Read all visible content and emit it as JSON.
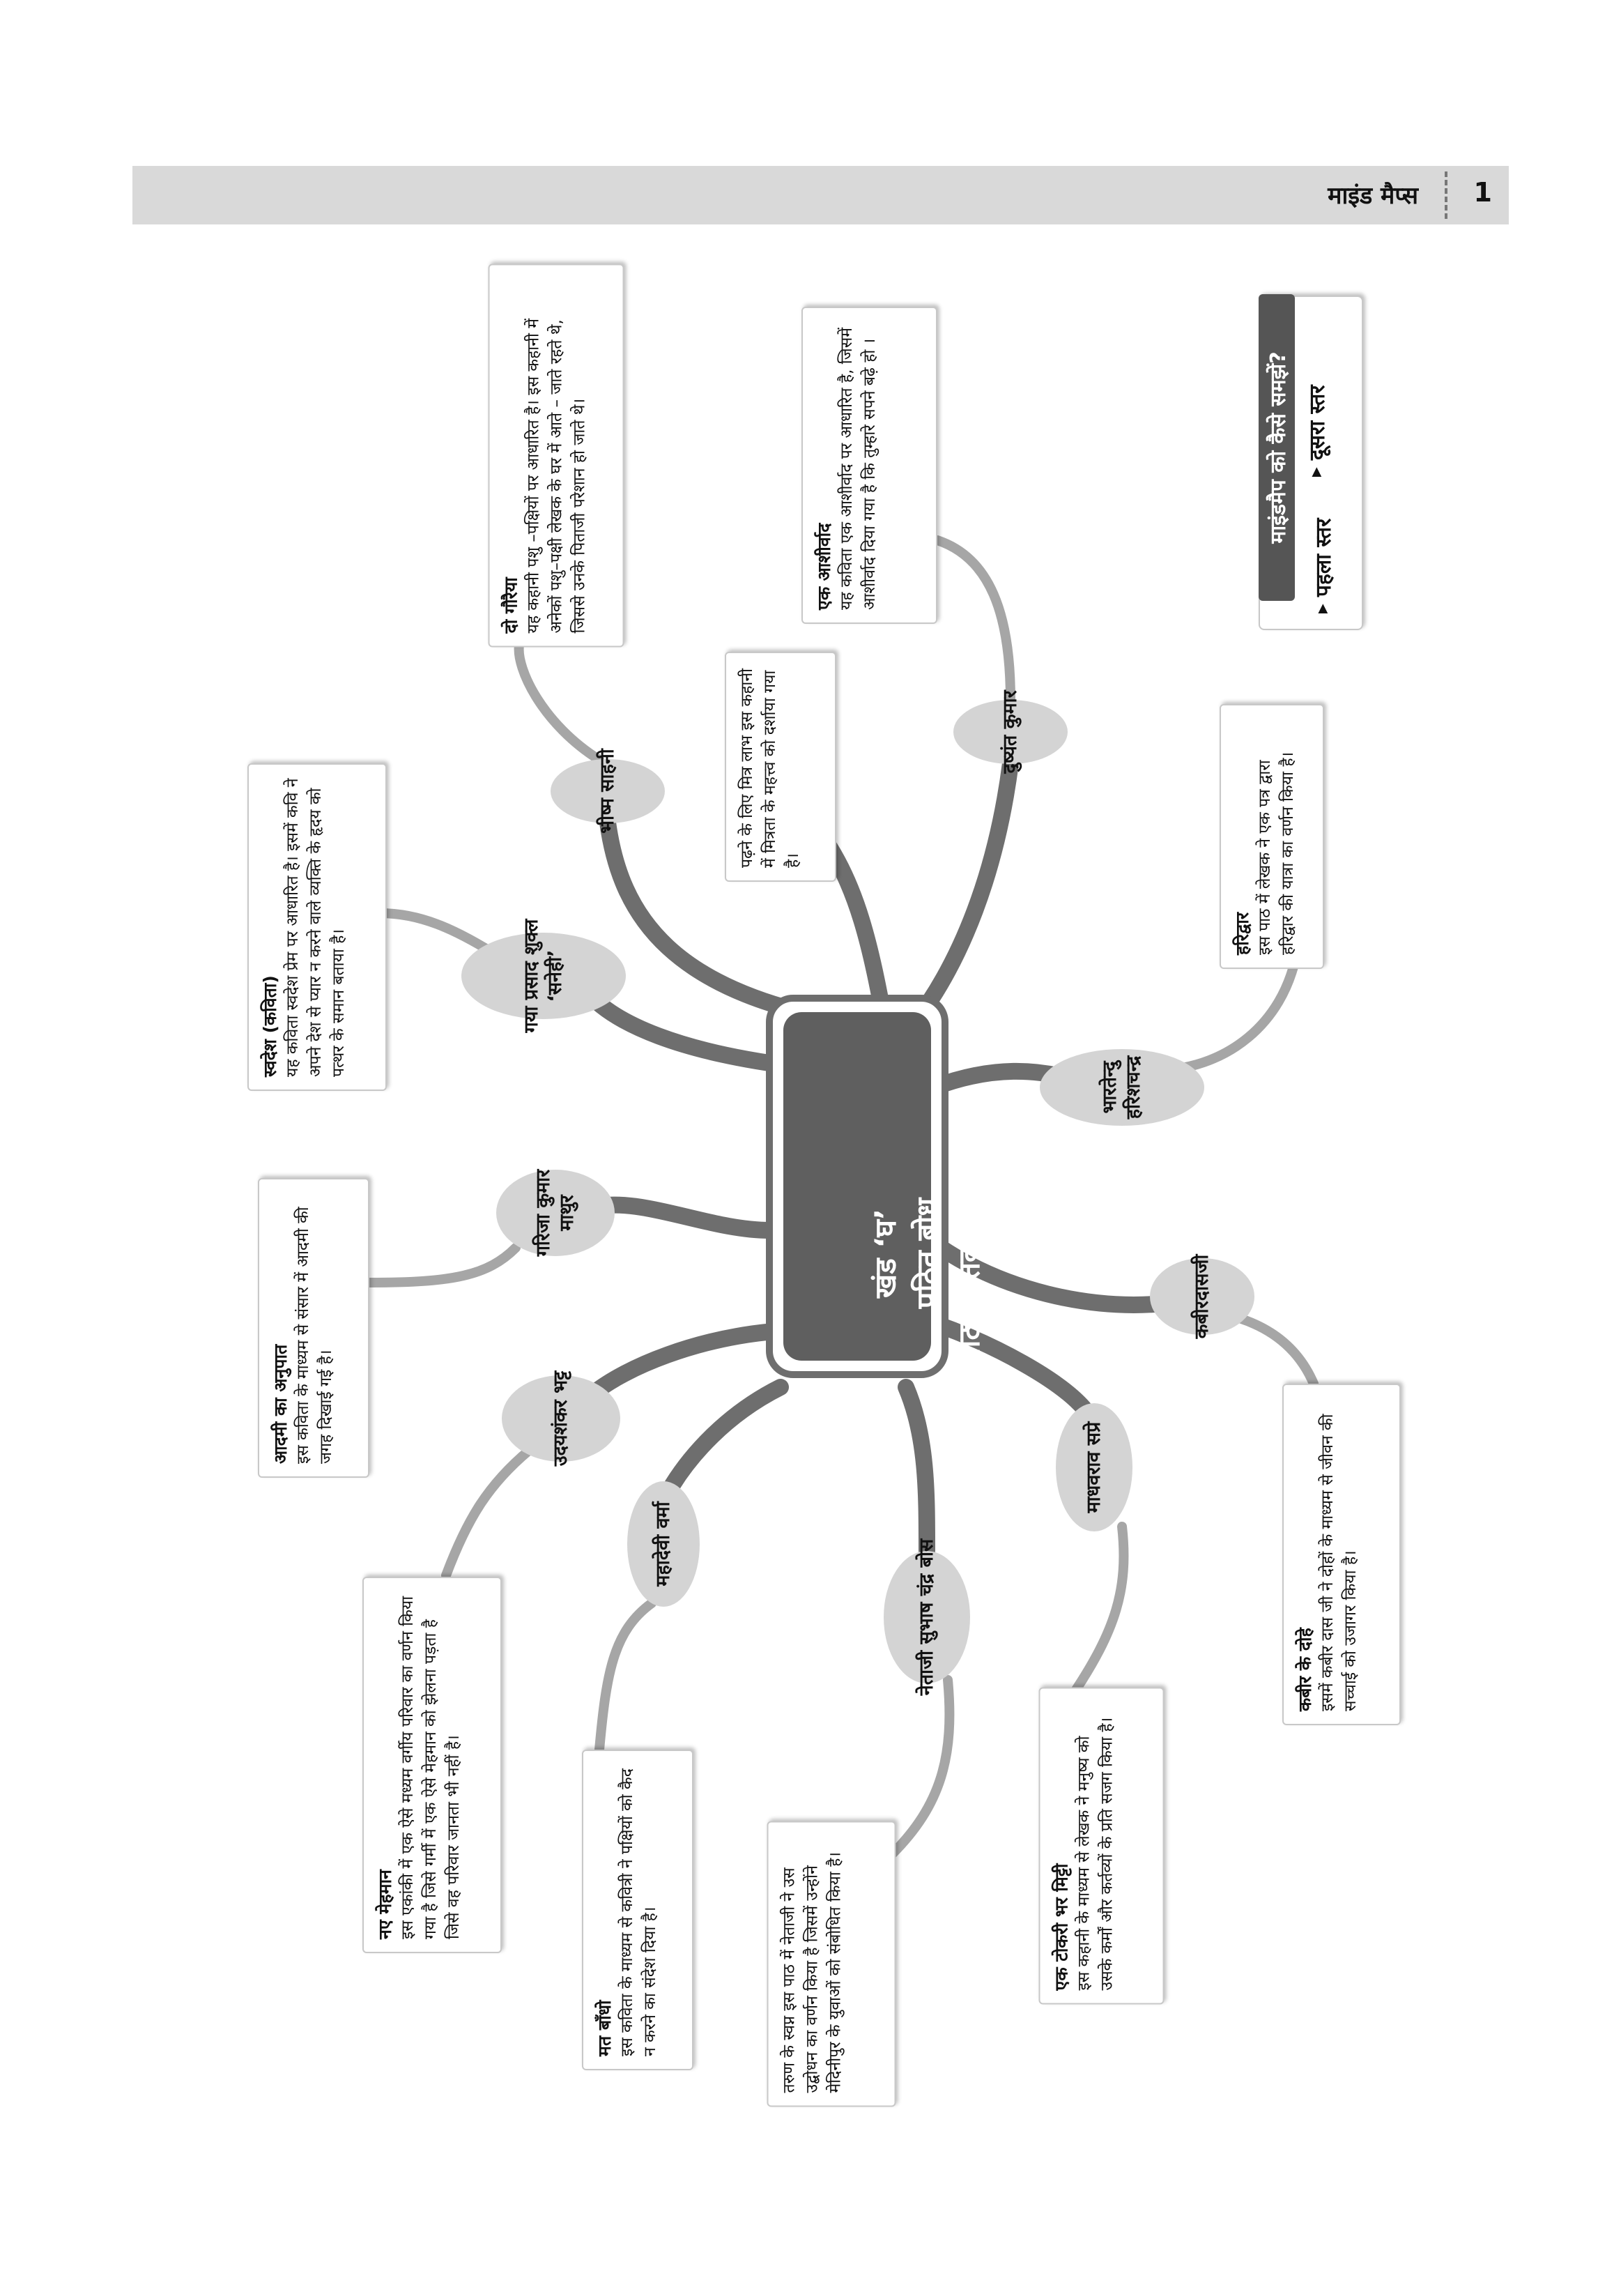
{
  "header": {
    "title": "माइंड मैप्स",
    "page_number": "1"
  },
  "center": {
    "line1": "खंड ‘घ’",
    "line2": "पठित बोध",
    "line3": "पाठ्यपुस्तक ‘मल्हार’"
  },
  "legend": {
    "title": "माइंडमैप को कैसे समझें?",
    "level1": "पहला स्तर",
    "level2": "दूसरा स्तर"
  },
  "branches": [
    {
      "id": "bhishma",
      "author": "भीष्म साहनी",
      "note_title": "दो गौरैया",
      "note_text": "यह कहानी पशु –पक्षियों पर आधारित है। इस कहानी में अनेकों पशु–पक्षी लेखक के घर में आते – जाते रहते थे, जिससे उनके पिताजी परेशान हो जाते थे।"
    },
    {
      "id": "dushyant",
      "author": "दुष्यंत कुमार",
      "note_title": "एक आशीर्वाद",
      "note_text": "यह कविता एक आशीर्वाद पर आधारित है, जिसमें आशीर्वाद दिया गया है कि तुम्हारे सपने बढ़े हो ।"
    },
    {
      "id": "mitrata",
      "author": "",
      "note_title": "",
      "note_text": "पढ़ने के लिए मित्र लाभ इस कहानी में मित्रता के महत्त्व को दर्शाया गया है।"
    },
    {
      "id": "gaya",
      "author": "गया प्रसाद शुक्ल ‘सनेही’",
      "note_title": "स्वदेश (कविता)",
      "note_text": "यह कविता स्वदेश प्रेम पर आधारित है। इसमें कवि ने अपने देश से प्यार न करने वाले व्यक्ति के हृदय को पत्थर के समान बताया है।"
    },
    {
      "id": "bhartendu",
      "author": "भारतेन्दु हरिशचन्द्र",
      "note_title": "हरिद्वार",
      "note_text": "इस पाठ में लेखक ने एक पत्र द्वारा हरिद्वार की यात्रा का वर्णन किया है।"
    },
    {
      "id": "girija",
      "author": "गरिजा कुमार माथुर",
      "note_title": "आदमी का अनुपात",
      "note_text": "इस कविता के माध्यम से संसार में आदमी की जगह दिखाई गई है।"
    },
    {
      "id": "kabir",
      "author": "कबीरदासजी",
      "note_title": "कबीर के दोहे",
      "note_text": "इसमें कबीर दास जी ने दोहों के माध्यम से जीवन की सच्चाई को उजागर किया है।"
    },
    {
      "id": "uday",
      "author": "उदयशंकर भट्ट",
      "note_title": "नए मेहमान",
      "note_text": "इस एकांकी में एक ऐसे मध्यम वर्गीय परिवार का वर्णन किया गया है जिसे गर्मी में एक ऐसे मेहमान को झेलना पड़ता है जिसे वह परिवार जानता भी नहीं है।"
    },
    {
      "id": "mahadevi",
      "author": "महादेवी वर्मा",
      "note_title": "मत बाँधो",
      "note_text": "इस कविता के माध्यम से कवित्री ने पक्षियों को कैद न करने का संदेश दिया है।"
    },
    {
      "id": "netaji",
      "author": "नेताजी सुभाष चंद्र बोस",
      "note_title": "",
      "note_text": "तरुण के स्वप्न इस पाठ में नेताजी ने उस उद्बोधन का वर्णन किया है जिसमें उन्होंने मेदिनीपुर के युवाओं को संबोधित किया है।"
    },
    {
      "id": "madhav",
      "author": "माधवराव सप्रे",
      "note_title": "एक टोकरी भर मिट्टी",
      "note_text": "इस कहानी के माध्यम से लेखक ने मनुष्य को उसके कर्मों और कर्तव्यों के प्रति सजग किया है।"
    }
  ]
}
